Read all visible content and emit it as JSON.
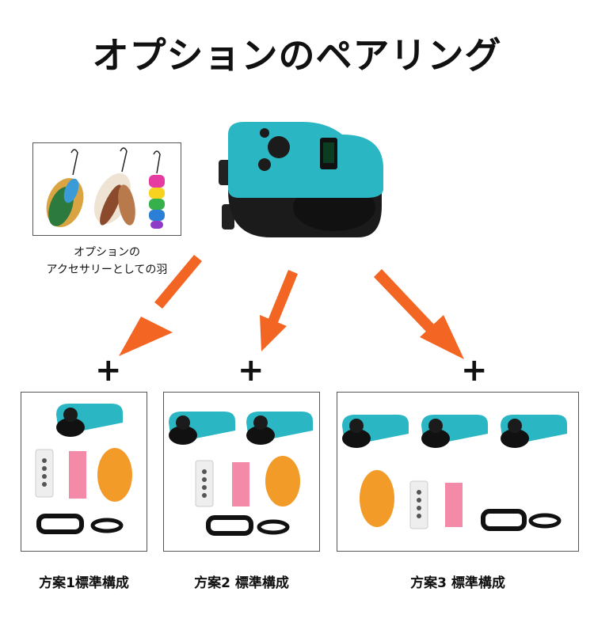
{
  "title": "オプションのペアリング",
  "feather": {
    "caption_line1": "オプションの",
    "caption_line2": "アクセサリーとしての羽"
  },
  "plus_symbol": "+",
  "plans": [
    {
      "label": "方案1標準構成",
      "devices": 1
    },
    {
      "label": "方案2 標準構成",
      "devices": 2
    },
    {
      "label": "方案3 標準構成",
      "devices": 3
    }
  ],
  "colors": {
    "teal": "#2bb6c3",
    "arrow": "#f26522",
    "dark": "#1b1b1b"
  }
}
